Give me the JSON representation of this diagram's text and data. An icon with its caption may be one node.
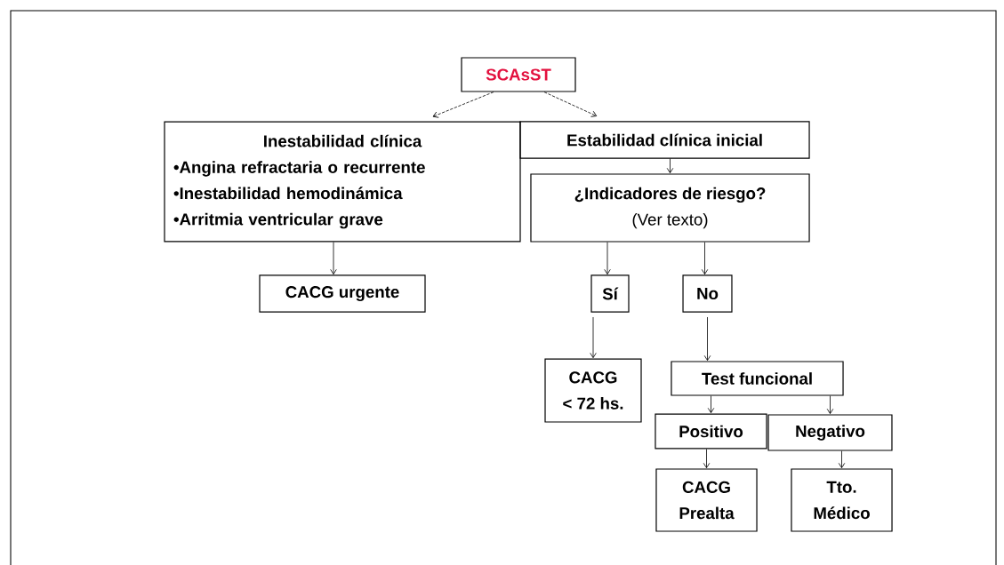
{
  "diagram": {
    "nodes": [
      {
        "text": [
          "SCAsST"
        ]
      },
      {
        "text": [
          "Inestabilidad clínica",
          "•Angina refractaria o recurrente",
          "•Inestabilidad hemodinámica",
          "•Arritmia ventricular grave"
        ]
      },
      {
        "text": [
          "Estabilidad clínica inicial"
        ]
      },
      {
        "text": [
          "¿Indicadores de riesgo?",
          "(Ver texto)"
        ]
      },
      {
        "text": [
          "CACG urgente"
        ]
      },
      {
        "text": [
          "Sí"
        ]
      },
      {
        "text": [
          "No"
        ]
      },
      {
        "text": [
          "CACG < 72 hs."
        ]
      },
      {
        "text": [
          "Test funcional"
        ]
      },
      {
        "text": [
          "Positivo"
        ]
      },
      {
        "text": [
          "Negativo"
        ]
      },
      {
        "text": [
          "CACG Prealta"
        ]
      },
      {
        "text": [
          "Tto. Médico"
        ]
      }
    ],
    "edges": [
      {
        "from": 0,
        "to": 1,
        "arrow": "to",
        "style": "dashed"
      },
      {
        "from": 0,
        "to": 2,
        "arrow": "to",
        "style": "dashed"
      },
      {
        "from": 1,
        "to": 4,
        "arrow": "to"
      },
      {
        "from": 2,
        "to": 3,
        "arrow": "to"
      },
      {
        "from": 3,
        "to": 5,
        "arrow": "to"
      },
      {
        "from": 3,
        "to": 6,
        "arrow": "to"
      },
      {
        "from": 5,
        "to": 7,
        "arrow": "to"
      },
      {
        "from": 6,
        "to": 8,
        "arrow": "to"
      },
      {
        "from": 8,
        "to": 9,
        "arrow": "to"
      },
      {
        "from": 8,
        "to": 10,
        "arrow": "to"
      },
      {
        "from": 9,
        "to": 11,
        "arrow": "to"
      },
      {
        "from": 10,
        "to": 12,
        "arrow": "to"
      }
    ]
  }
}
